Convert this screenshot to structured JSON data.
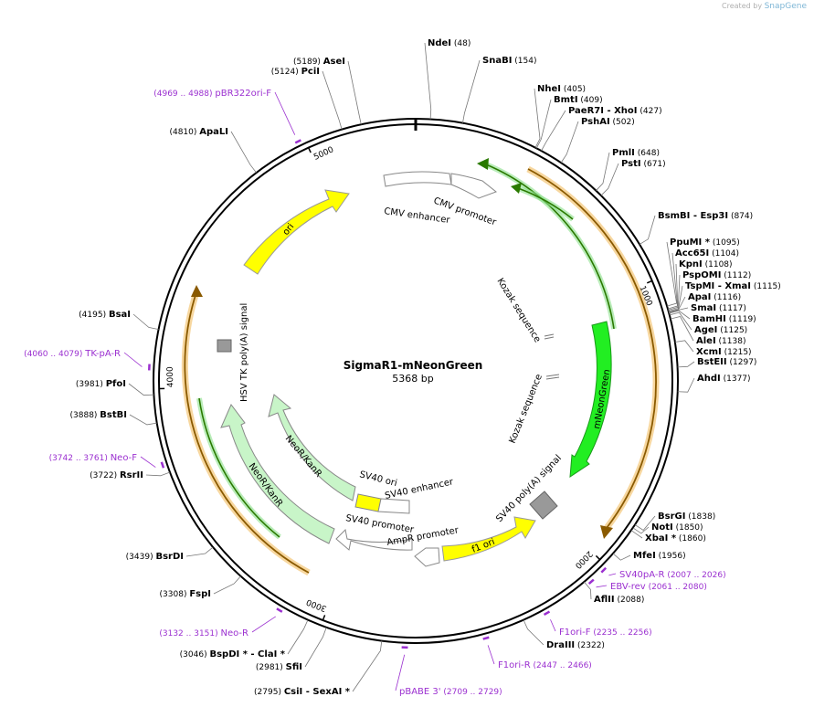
{
  "credit": {
    "text": "Created by",
    "brand": "SnapGene"
  },
  "plasmid": {
    "name": "SigmaR1-mNeonGreen",
    "length_label": "5368 bp",
    "length": 5368
  },
  "ticks": [
    {
      "pos": 1000,
      "label": "1000"
    },
    {
      "pos": 2000,
      "label": "2000"
    },
    {
      "pos": 3000,
      "label": "3000"
    },
    {
      "pos": 4000,
      "label": "4000"
    },
    {
      "pos": 5000,
      "label": "5000"
    }
  ],
  "sites_right": [
    {
      "name": "NdeI",
      "pos": "(48)",
      "site": 48
    },
    {
      "name": "SnaBI",
      "pos": "(154)",
      "site": 154
    },
    {
      "name": "NheI",
      "pos": "(405)",
      "site": 405
    },
    {
      "name": "BmtI",
      "pos": "(409)",
      "site": 409
    },
    {
      "name": "PaeR7I",
      "name2": "XhoI",
      "pos": "(427)",
      "site": 427
    },
    {
      "name": "PshAI",
      "pos": "(502)",
      "site": 502
    },
    {
      "name": "PmlI",
      "pos": "(648)",
      "site": 648
    },
    {
      "name": "PstI",
      "pos": "(671)",
      "site": 671
    },
    {
      "name": "BsmBI",
      "name2": "Esp3I",
      "pos": "(874)",
      "site": 874
    },
    {
      "name": "PpuMI *",
      "pos": "(1095)",
      "site": 1095
    },
    {
      "name": "Acc65I",
      "pos": "(1104)",
      "site": 1104
    },
    {
      "name": "KpnI",
      "pos": "(1108)",
      "site": 1108
    },
    {
      "name": "PspOMI",
      "pos": "(1112)",
      "site": 1112
    },
    {
      "name": "TspMI",
      "name2": "XmaI",
      "pos": "(1115)",
      "site": 1115
    },
    {
      "name": "ApaI",
      "pos": "(1116)",
      "site": 1116
    },
    {
      "name": "SmaI",
      "pos": "(1117)",
      "site": 1117
    },
    {
      "name": "BamHI",
      "pos": "(1119)",
      "site": 1119
    },
    {
      "name": "AgeI",
      "pos": "(1125)",
      "site": 1125
    },
    {
      "name": "AleI",
      "pos": "(1138)",
      "site": 1138
    },
    {
      "name": "XcmI",
      "pos": "(1215)",
      "site": 1215
    },
    {
      "name": "BstEII",
      "pos": "(1297)",
      "site": 1297
    },
    {
      "name": "AhdI",
      "pos": "(1377)",
      "site": 1377
    },
    {
      "name": "BsrGI",
      "pos": "(1838)",
      "site": 1838
    },
    {
      "name": "NotI",
      "pos": "(1850)",
      "site": 1850
    },
    {
      "name": "XbaI *",
      "pos": "(1860)",
      "site": 1860
    },
    {
      "name": "MfeI",
      "pos": "(1956)",
      "site": 1956
    },
    {
      "name": "AflII",
      "pos": "(2088)",
      "site": 2088
    },
    {
      "name": "DraIII",
      "pos": "(2322)",
      "site": 2322
    }
  ],
  "sites_left": [
    {
      "name": "AseI",
      "pos": "(5189)",
      "site": 5189
    },
    {
      "name": "PciI",
      "pos": "(5124)",
      "site": 5124
    },
    {
      "name": "ApaLI",
      "pos": "(4810)",
      "site": 4810
    },
    {
      "name": "BsaI",
      "pos": "(4195)",
      "site": 4195
    },
    {
      "name": "PfoI",
      "pos": "(3981)",
      "site": 3981
    },
    {
      "name": "BstBI",
      "pos": "(3888)",
      "site": 3888
    },
    {
      "name": "RsrII",
      "pos": "(3722)",
      "site": 3722
    },
    {
      "name": "BsrDI",
      "pos": "(3439)",
      "site": 3439
    },
    {
      "name": "FspI",
      "pos": "(3308)",
      "site": 3308
    },
    {
      "name": "BspDI *",
      "name2": "ClaI *",
      "pos": "(3046)",
      "site": 3046
    },
    {
      "name": "SfiI",
      "pos": "(2981)",
      "site": 2981
    },
    {
      "name": "CsiI",
      "name2": "SexAI *",
      "pos": "(2795)",
      "site": 2795
    }
  ],
  "primers": [
    {
      "name": "pBR322ori-F",
      "range": "(4969 .. 4988)",
      "site": 4978
    },
    {
      "name": "TK-pA-R",
      "range": "(4060 .. 4079)",
      "site": 4070
    },
    {
      "name": "Neo-F",
      "range": "(3742 .. 3761)",
      "site": 3752
    },
    {
      "name": "Neo-R",
      "range": "(3132 .. 3151)",
      "site": 3142
    },
    {
      "name": "pBABE 3'",
      "range": "(2709 .. 2729)",
      "site": 2719
    },
    {
      "name": "F1ori-R",
      "range": "(2447 .. 2466)",
      "site": 2456
    },
    {
      "name": "F1ori-F",
      "range": "(2235 .. 2256)",
      "site": 2245
    },
    {
      "name": "EBV-rev",
      "range": "(2061 .. 2080)",
      "site": 2070
    },
    {
      "name": "SV40pA-R",
      "range": "(2007 .. 2026)",
      "site": 2016
    }
  ],
  "features": [
    {
      "name": "CMV enhancer"
    },
    {
      "name": "CMV promoter"
    },
    {
      "name": "Kozak sequence"
    },
    {
      "name": "mNeonGreen"
    },
    {
      "name": "Kozak sequence"
    },
    {
      "name": "SV40 poly(A) signal"
    },
    {
      "name": "f1 ori"
    },
    {
      "name": "AmpR promoter"
    },
    {
      "name": "SV40 promoter"
    },
    {
      "name": "SV40 enhancer"
    },
    {
      "name": "SV40 ori"
    },
    {
      "name": "NeoR/KanR"
    },
    {
      "name": "NeoR/KanR"
    },
    {
      "name": "HSV TK poly(A) signal"
    },
    {
      "name": "ori"
    }
  ],
  "colors": {
    "backbone": "#000000",
    "primer": "#9b30d0",
    "orf_orange": "#f0a030",
    "mneongreen": "#22ee22",
    "ori_yellow": "#ffff00",
    "neo": "#c8f5c8",
    "polya_gray": "#999999"
  }
}
